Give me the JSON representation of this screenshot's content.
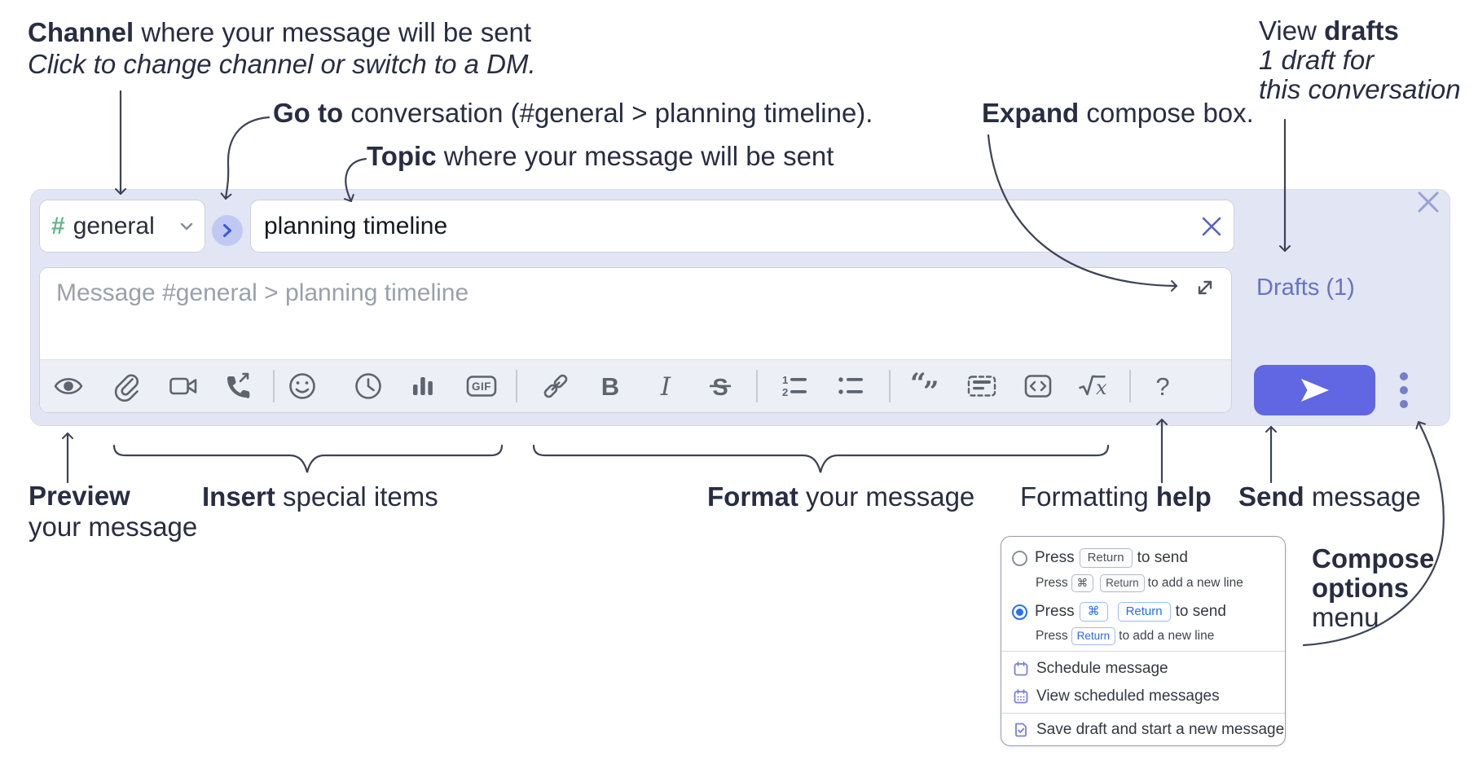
{
  "annotations": {
    "channel": {
      "bold": "Channel",
      "rest": " where your message will be sent",
      "line2": "Click to change channel or switch to a DM."
    },
    "goto": {
      "bold": "Go to",
      "rest": " conversation (#general > planning timeline)."
    },
    "topic": {
      "bold": "Topic",
      "rest": " where your message will be sent"
    },
    "expand": {
      "bold": "Expand",
      "rest": " compose box."
    },
    "drafts": {
      "pre": "View ",
      "bold": "drafts",
      "line2": "1 draft for",
      "line3": "this conversation"
    },
    "preview": {
      "bold": "Preview",
      "line2": "your message"
    },
    "insert": {
      "bold": "Insert",
      "rest": " special items"
    },
    "format": {
      "bold": "Format",
      "rest": " your message"
    },
    "help": {
      "pre": "Formatting ",
      "bold": "help"
    },
    "send": {
      "bold": "Send",
      "rest": " message"
    },
    "compose_options": {
      "bold1": "Compose",
      "bold2": "options",
      "rest": "menu"
    }
  },
  "compose": {
    "channel_hash": "#",
    "channel_name": "general",
    "topic_value": "planning timeline",
    "message_placeholder": "Message #general > planning timeline",
    "drafts_link": "Drafts (1)",
    "toolbar_icons": [
      "preview",
      "attach-file",
      "video-call",
      "voice-call",
      "emoji",
      "time",
      "poll",
      "gif",
      "link",
      "bold",
      "italic",
      "strikethrough",
      "numbered-list",
      "bulleted-list",
      "quote",
      "spoiler",
      "code",
      "math",
      "help"
    ],
    "toolbar_glyphs": {
      "gif": "GIF",
      "bold": "B",
      "italic": "I",
      "strike": "S",
      "quote_open": "“",
      "quote_close": "”",
      "num1": "1",
      "num2": "2",
      "sqrt": "√",
      "sqrt_var": "x",
      "help": "?"
    }
  },
  "menu": {
    "opt1": {
      "press": "Press",
      "key": "Return",
      "suffix": "to send"
    },
    "opt1_sub": {
      "press": "Press",
      "key_cmd": "⌘",
      "key": "Return",
      "suffix": "to add a new line"
    },
    "opt2": {
      "press": "Press",
      "key_cmd": "⌘",
      "key": "Return",
      "suffix": "to send"
    },
    "opt2_sub": {
      "press": "Press",
      "key": "Return",
      "suffix": "to add a new line"
    },
    "items": {
      "schedule": "Schedule message",
      "view_scheduled": "View scheduled messages",
      "save_draft": "Save draft and start a new message"
    }
  },
  "colors": {
    "send_button": "#6166e2",
    "drafts_link": "#6673c6",
    "radio_selected": "#2a6ff1",
    "kbd_blue": "#2a6cf0",
    "channel_hash_green": "#66b588",
    "menu_icon_purple": "#7a80d6",
    "container_bg": "#e2e5f3"
  }
}
